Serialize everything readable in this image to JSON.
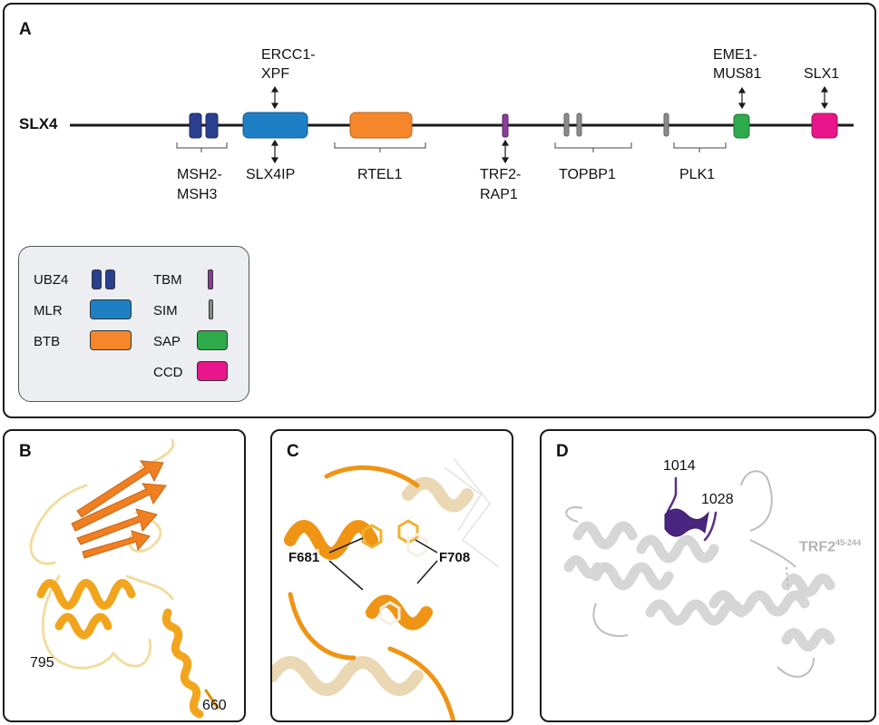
{
  "panel_a": {
    "label": "A",
    "protein": "SLX4",
    "top_labels": {
      "ercc1_line1": "ERCC1-",
      "ercc1_line2": "XPF",
      "eme1_line1": "EME1-",
      "eme1_line2": "MUS81",
      "slx1": "SLX1"
    },
    "bottom_labels": {
      "msh2_line1": "MSH2-",
      "msh2_line2": "MSH3",
      "slx4ip": "SLX4IP",
      "rtel1": "RTEL1",
      "trf2_line1": "TRF2-",
      "trf2_line2": "RAP1",
      "topbp1": "TOPBP1",
      "plk1": "PLK1"
    },
    "legend": [
      {
        "label": "UBZ4",
        "color": "#2b3f8f"
      },
      {
        "label": "MLR",
        "color": "#1f7fc4"
      },
      {
        "label": "BTB",
        "color": "#f5862a"
      },
      {
        "label": "TBM",
        "color": "#8e3a9c"
      },
      {
        "label": "SIM",
        "color": "#8c8c8c"
      },
      {
        "label": "SAP",
        "color": "#2eaa4a"
      },
      {
        "label": "CCD",
        "color": "#e8168a"
      }
    ]
  },
  "panel_b": {
    "label": "B",
    "n_term": "795",
    "c_term": "660"
  },
  "panel_c": {
    "label": "C",
    "res_left": "F681",
    "res_right": "F708"
  },
  "panel_d": {
    "label": "D",
    "res_a": "1014",
    "res_b": "1028",
    "chain_name": "TRF2",
    "chain_range": "45-244"
  }
}
